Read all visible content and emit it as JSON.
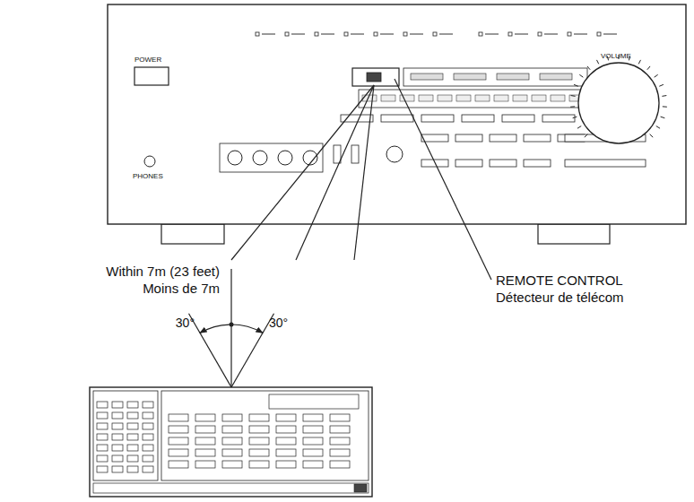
{
  "diagram": {
    "labels": [
      "Within 7m (23 feet)",
      "Moins de 7m",
      "REMOTE CONTROL",
      "Détecteur de télécom",
      "30°",
      "30°",
      "POWER",
      "PHONES",
      "VOLUME"
    ]
  }
}
